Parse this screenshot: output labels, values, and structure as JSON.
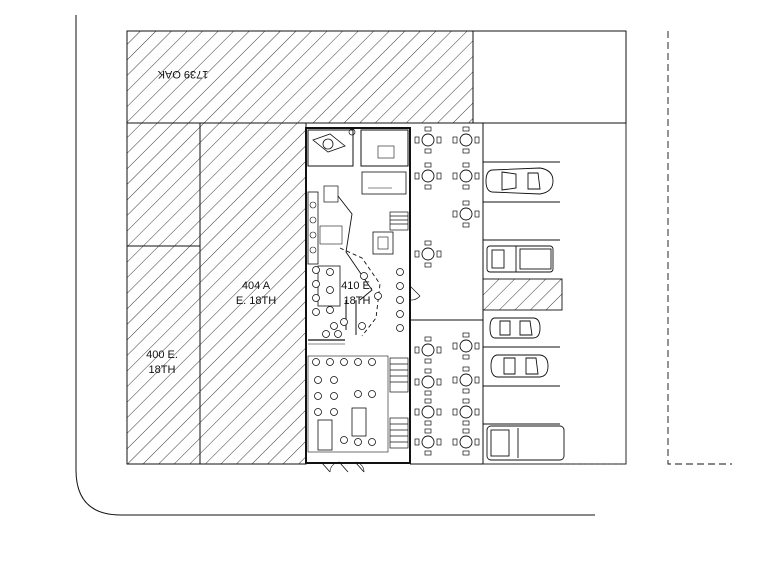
{
  "plan": {
    "parcels": [
      {
        "id": "oak",
        "label_lines": [
          "1739 OAK"
        ]
      },
      {
        "id": "404a",
        "label_lines": [
          "404 A",
          "E. 18TH"
        ]
      },
      {
        "id": "400e",
        "label_lines": [
          "400 E.",
          "18TH"
        ]
      },
      {
        "id": "410e",
        "label_lines": [
          "410 E.",
          "18TH"
        ]
      }
    ],
    "colors": {
      "line": "#111111",
      "background": "#ffffff"
    },
    "vehicles": [
      "sedan",
      "pickup-truck",
      "hatchback",
      "hatchback",
      "van"
    ]
  }
}
